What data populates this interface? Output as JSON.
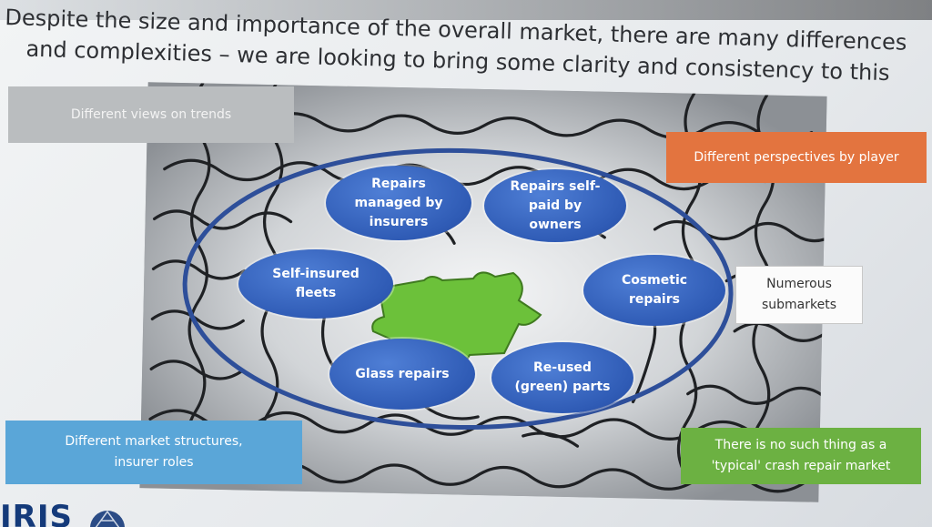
{
  "slide": {
    "heading_line1": "Despite the size and importance of the overall market, there are many differences",
    "heading_line2": "and complexities – we are looking to bring some clarity and consistency to this"
  },
  "bubbles": [
    {
      "id": "repairs-managed-by-insurers",
      "lines": [
        "Repairs",
        "managed by",
        "insurers"
      ]
    },
    {
      "id": "repairs-self-paid-by-owners",
      "lines": [
        "Repairs self-",
        "paid by",
        "owners"
      ]
    },
    {
      "id": "self-insured-fleets",
      "lines": [
        "Self-insured",
        "fleets"
      ]
    },
    {
      "id": "cosmetic-repairs",
      "lines": [
        "Cosmetic",
        "repairs"
      ]
    },
    {
      "id": "glass-repairs",
      "lines": [
        "Glass repairs"
      ]
    },
    {
      "id": "reused-green-parts",
      "lines": [
        "Re-used",
        "(green) parts"
      ]
    }
  ],
  "callouts": {
    "gray": "Different views on trends",
    "orange": "Different perspectives by player",
    "white": [
      "Numerous",
      "submarkets"
    ],
    "blue": [
      "Different market structures,",
      "insurer roles"
    ],
    "green": [
      "There is no such thing as a",
      "'typical' crash repair market"
    ]
  },
  "logo": {
    "text": "IRIS"
  },
  "colors": {
    "bubble": "#2f5bb5",
    "ring": "#2e4f9a",
    "puzzle_hole": "#6cc13a",
    "orange": "#e3743f",
    "blue": "#5aa6d8",
    "green": "#6cb142",
    "gray": "#babdbf"
  }
}
